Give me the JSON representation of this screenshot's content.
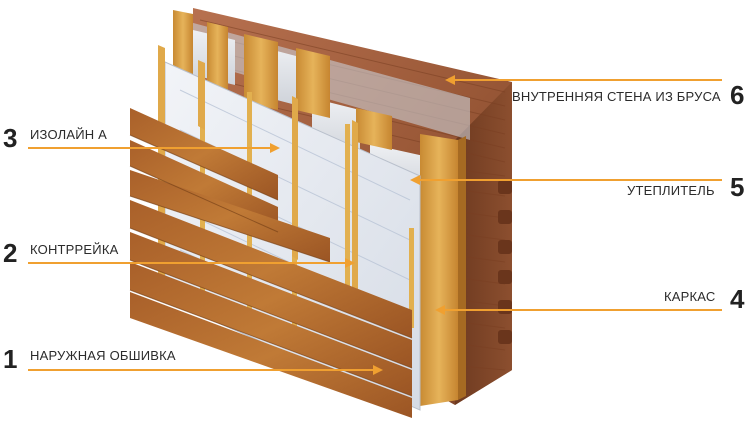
{
  "diagram": {
    "callouts": [
      {
        "number": "1",
        "label": "НАРУЖНАЯ ОБШИВКА"
      },
      {
        "number": "2",
        "label": "КОНТРРЕЙКА"
      },
      {
        "number": "3",
        "label": "ИЗОЛАЙН А"
      },
      {
        "number": "4",
        "label": "КАРКАС"
      },
      {
        "number": "5",
        "label": "УТЕПЛИТЕЛЬ"
      },
      {
        "number": "6",
        "label": "ВНУТРЕННЯЯ СТЕНА ИЗ БРУСА"
      }
    ],
    "colors": {
      "leader_line": "#f0a030",
      "inner_wall": "#9a5a38",
      "frame_wood": "#d8a040",
      "insulation": "#e7e9ee",
      "membrane": "#dfe4ec",
      "cladding": "#b7702e"
    }
  }
}
